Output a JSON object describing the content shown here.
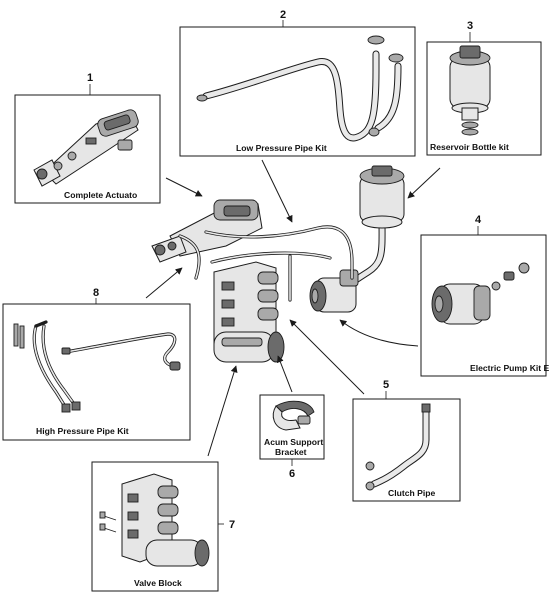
{
  "callouts": [
    {
      "number": "1",
      "caption": "Complete Actuato"
    },
    {
      "number": "2",
      "caption": "Low Pressure Pipe Kit"
    },
    {
      "number": "3",
      "caption": "Reservoir Bottle kit"
    },
    {
      "number": "4",
      "caption": "Electric Pump Kit E"
    },
    {
      "number": "5",
      "caption": "Clutch Pipe"
    },
    {
      "number": "6",
      "caption": "Acum Support",
      "caption2": "Bracket"
    },
    {
      "number": "7",
      "caption": "Valve Block"
    },
    {
      "number": "8",
      "caption": "High Pressure Pipe Kit"
    }
  ]
}
